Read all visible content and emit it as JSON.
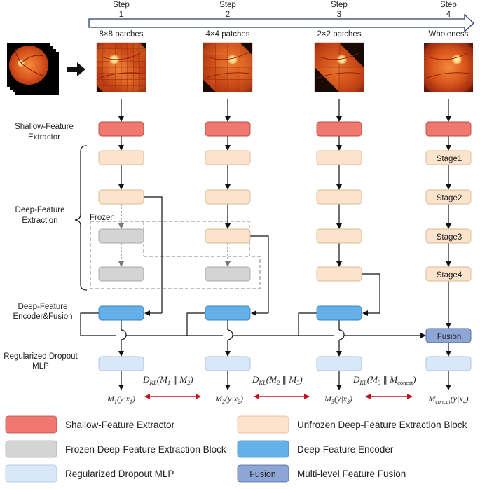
{
  "steps": [
    {
      "label": "Step",
      "num": "1",
      "patch": "8×8 patches",
      "grid": 8
    },
    {
      "label": "Step",
      "num": "2",
      "patch": "4×4 patches",
      "grid": 4
    },
    {
      "label": "Step",
      "num": "3",
      "patch": "2×2 patches",
      "grid": 2
    },
    {
      "label": "Step",
      "num": "4",
      "patch": "Wholeness",
      "grid": 1
    }
  ],
  "row_labels": {
    "shallow_line1": "Shallow-Feature",
    "shallow_line2": "Extractor",
    "deep_line1": "Deep-Feature",
    "deep_line2": "Extraction",
    "encoder_line1": "Deep-Feature",
    "encoder_line2": "Encoder&Fusion",
    "mlp_line1": "Regularized Dropout",
    "mlp_line2": "MLP"
  },
  "frozen_label": "Frozen",
  "stage_labels": [
    "Stage1",
    "Stage2",
    "Stage3",
    "Stage4"
  ],
  "fusion_label": "Fusion",
  "outputs": [
    "M1(y|x1)",
    "M2(y|x2)",
    "M3(y|x3)",
    "Mconcat(y|x4)"
  ],
  "kl_terms": [
    "DKL(M1 ∥ M2)",
    "DKL(M2 ∥ M3)",
    "DKL(M3 ∥ Mconcat)"
  ],
  "legend": [
    {
      "label": "Shallow-Feature Extractor",
      "color": "#f0786e"
    },
    {
      "label": "Unfrozen Deep-Feature Extraction Block",
      "color": "#fce3cc"
    },
    {
      "label": "Frozen Deep-Feature Extraction Block",
      "color": "#d4d4d4"
    },
    {
      "label": "Deep-Feature Encoder",
      "color": "#66b0e8"
    },
    {
      "label": "Regularized Dropout MLP",
      "color": "#d9e8f8"
    },
    {
      "label": "Multi-level Feature Fusion",
      "color": "#8ea6d6",
      "chip": "Fusion"
    }
  ],
  "colors": {
    "shallow": "#f0786e",
    "unfrozen": "#fce3cc",
    "frozen": "#d4d4d4",
    "encoder": "#66b0e8",
    "mlp": "#d9e8f8",
    "fusion": "#8ea6d6",
    "kl_arrow": "#c0141c"
  }
}
